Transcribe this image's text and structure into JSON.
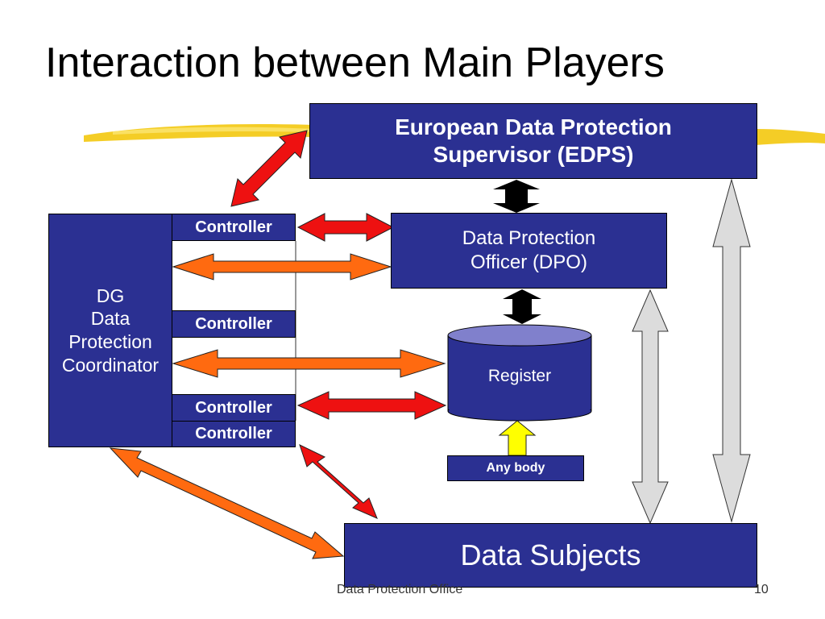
{
  "slide": {
    "title": "Interaction between Main Players",
    "footer": {
      "text": "Data Protection Office",
      "page_number": "10"
    }
  },
  "diagram": {
    "edps": {
      "label": "European Data Protection\nSupervisor (EDPS)"
    },
    "dpo": {
      "label": "Data Protection\nOfficer  (DPO)"
    },
    "dg": {
      "label": "DG\nData\nProtection\nCoordinator"
    },
    "controllers": [
      "Controller",
      "Controller",
      "Controller",
      "Controller"
    ],
    "register": {
      "label": "Register"
    },
    "anybody": {
      "label": "Any body"
    },
    "data_subjects": {
      "label": "Data Subjects"
    }
  },
  "colors": {
    "box_fill": "#2b3092",
    "register_top": "#8080cc",
    "arrow_red": "#ee1111",
    "arrow_orange": "#ff6a10",
    "arrow_black": "#000000",
    "arrow_gray": "#dcdcdc",
    "arrow_yellow": "#ffff00",
    "brush_stroke": "#f2c400"
  }
}
